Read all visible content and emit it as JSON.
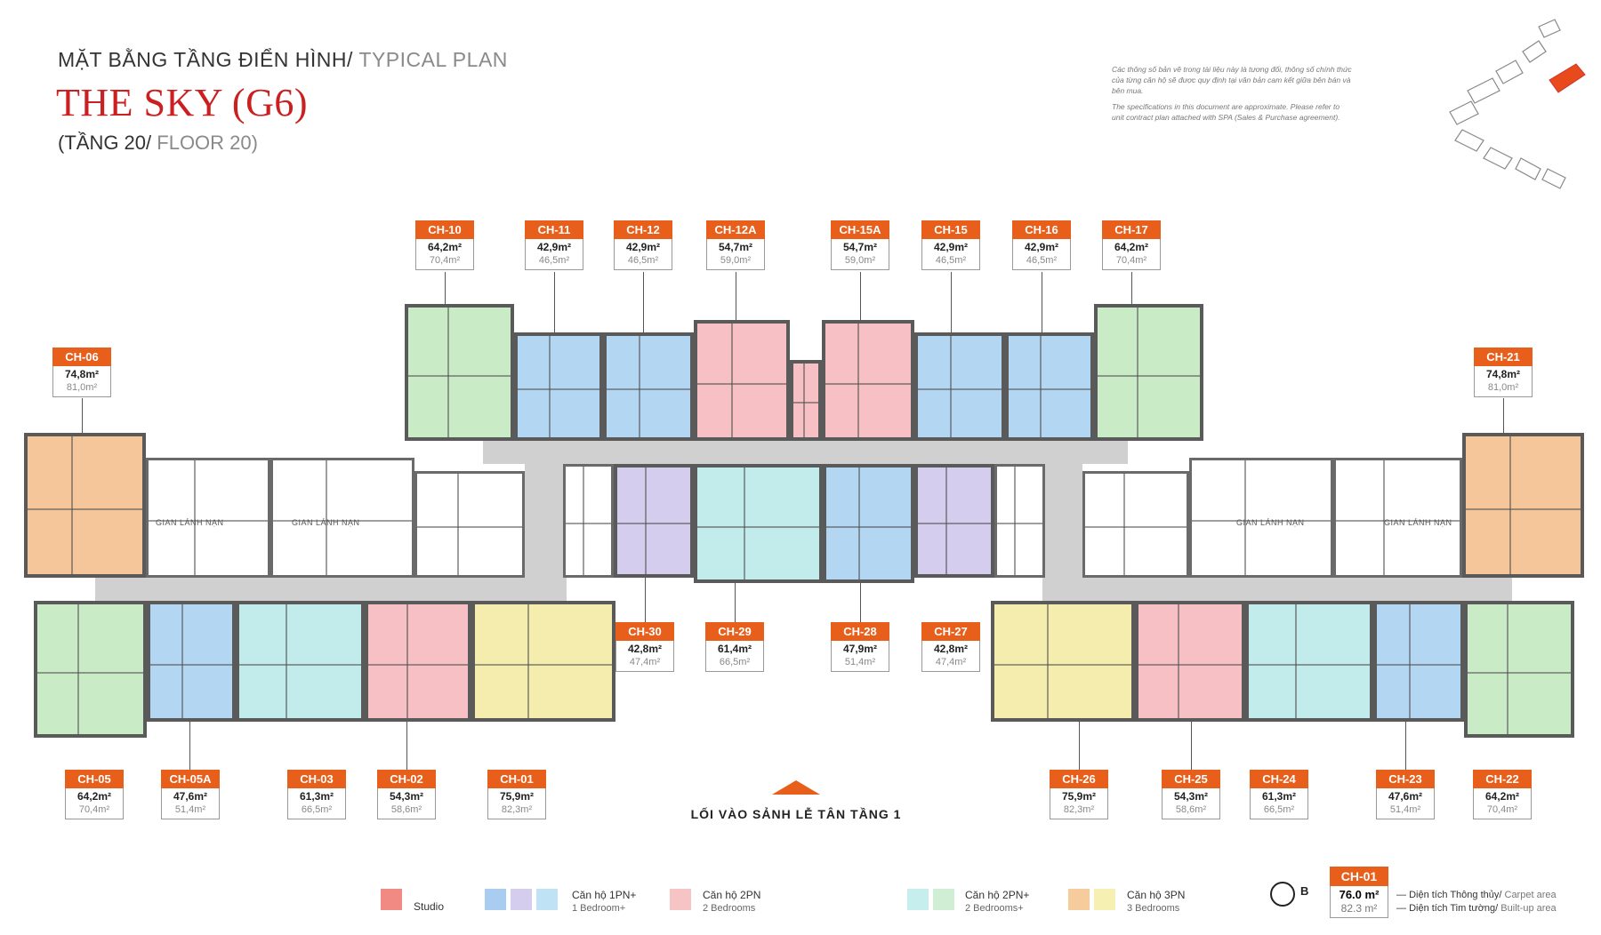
{
  "header": {
    "subtitle_vi": "MẶT BẰNG TẦNG ĐIỂN HÌNH/",
    "subtitle_en": "TYPICAL PLAN",
    "title": "THE SKY (G6)",
    "floor_vi": "(TẦNG 20/",
    "floor_en": "FLOOR 20)"
  },
  "notes": {
    "vi": "Các thông số bản vẽ trong tài liệu này là tương đối, thông số chính thức của từng căn hộ sẽ được quy định tại văn bản cam kết giữa bên bán và bên mua.",
    "en": "The specifications in this document are approximate. Please refer to unit contract plan attached with SPA (Sales & Purchase agreement)."
  },
  "service_labels": {
    "refuge": "GIAN LÁNH NẠN"
  },
  "units": [
    {
      "code": "CH-10",
      "carpet": "64,2m²",
      "built": "70,4m²"
    },
    {
      "code": "CH-11",
      "carpet": "42,9m²",
      "built": "46,5m²"
    },
    {
      "code": "CH-12",
      "carpet": "42,9m²",
      "built": "46,5m²"
    },
    {
      "code": "CH-12A",
      "carpet": "54,7m²",
      "built": "59,0m²"
    },
    {
      "code": "CH-15A",
      "carpet": "54,7m²",
      "built": "59,0m²"
    },
    {
      "code": "CH-15",
      "carpet": "42,9m²",
      "built": "46,5m²"
    },
    {
      "code": "CH-16",
      "carpet": "42,9m²",
      "built": "46,5m²"
    },
    {
      "code": "CH-17",
      "carpet": "64,2m²",
      "built": "70,4m²"
    },
    {
      "code": "CH-06",
      "carpet": "74,8m²",
      "built": "81,0m²"
    },
    {
      "code": "CH-21",
      "carpet": "74,8m²",
      "built": "81,0m²"
    },
    {
      "code": "CH-30",
      "carpet": "42,8m²",
      "built": "47,4m²"
    },
    {
      "code": "CH-29",
      "carpet": "61,4m²",
      "built": "66,5m²"
    },
    {
      "code": "CH-28",
      "carpet": "47,9m²",
      "built": "51,4m²"
    },
    {
      "code": "CH-27",
      "carpet": "42,8m²",
      "built": "47,4m²"
    },
    {
      "code": "CH-05",
      "carpet": "64,2m²",
      "built": "70,4m²"
    },
    {
      "code": "CH-05A",
      "carpet": "47,6m²",
      "built": "51,4m²"
    },
    {
      "code": "CH-03",
      "carpet": "61,3m²",
      "built": "66,5m²"
    },
    {
      "code": "CH-02",
      "carpet": "54,3m²",
      "built": "58,6m²"
    },
    {
      "code": "CH-01",
      "carpet": "75,9m²",
      "built": "82,3m²"
    },
    {
      "code": "CH-26",
      "carpet": "75,9m²",
      "built": "82,3m²"
    },
    {
      "code": "CH-25",
      "carpet": "54,3m²",
      "built": "58,6m²"
    },
    {
      "code": "CH-24",
      "carpet": "61,3m²",
      "built": "66,5m²"
    },
    {
      "code": "CH-23",
      "carpet": "47,6m²",
      "built": "51,4m²"
    },
    {
      "code": "CH-22",
      "carpet": "64,2m²",
      "built": "70,4m²"
    }
  ],
  "entrance": {
    "label": "LỐI VÀO SẢNH LỄ TÂN TẦNG 1"
  },
  "legend": {
    "items": [
      {
        "vi": "Studio",
        "en": "",
        "color": "#f08a82"
      },
      {
        "vi": "Căn hộ 1PN+",
        "en": "1 Bedroom+",
        "color": "#a9cdf0"
      },
      {
        "vi": "Căn hộ 2PN",
        "en": "2 Bedrooms",
        "color": "#f7c4c6"
      },
      {
        "vi": "Căn hộ 2PN+",
        "en": "2 Bedrooms+",
        "color": "#c6eeed"
      },
      {
        "vi": "Căn hộ 3PN",
        "en": "3 Bedrooms",
        "color": "#f6cc9c"
      }
    ],
    "extra_colors": {
      "lavender": "#d5cdee",
      "light_blue": "#bfe3f4",
      "green": "#cfeed3",
      "yellow": "#f6f0b2"
    },
    "compass_letter": "B",
    "key_code": "CH-01",
    "key_carpet": "76.0 m²",
    "key_built": "82.3 m²",
    "carpet_vi": "Diện tích Thông thủy/",
    "carpet_en": "Carpet area",
    "built_vi": "Diện tích Tim tường/",
    "built_en": "Built-up area"
  },
  "colors": {
    "accent": "#e85f1c",
    "title": "#cc1f1f"
  }
}
